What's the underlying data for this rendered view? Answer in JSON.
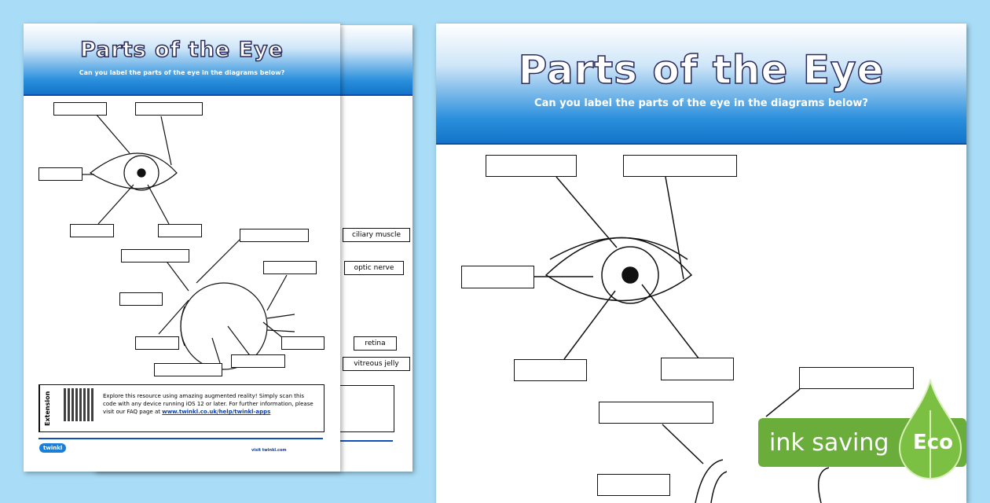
{
  "worksheet": {
    "title": "Parts of the Eye",
    "subtitle": "Can you label the parts of the eye in the diagrams below?",
    "back_labels": [
      "ciliary muscle",
      "optic nerve",
      "retina",
      "vitreous jelly"
    ],
    "extension_tag": "Extension",
    "extension_text": "Explore this resource using amazing augmented reality! Simply scan this code with any device running iOS 12 or later. For further information, please visit our FAQ page at ",
    "extension_link": "www.twinkl.co.uk/help/twinkl-apps",
    "footer_visit": "visit twinkl.com",
    "logo": "twinkl"
  },
  "badge": {
    "label": "ink saving",
    "eco": "Eco",
    "color": "#6aad3b"
  },
  "colors": {
    "background": "#a9dcf6",
    "header_blue": "#1274c9"
  }
}
